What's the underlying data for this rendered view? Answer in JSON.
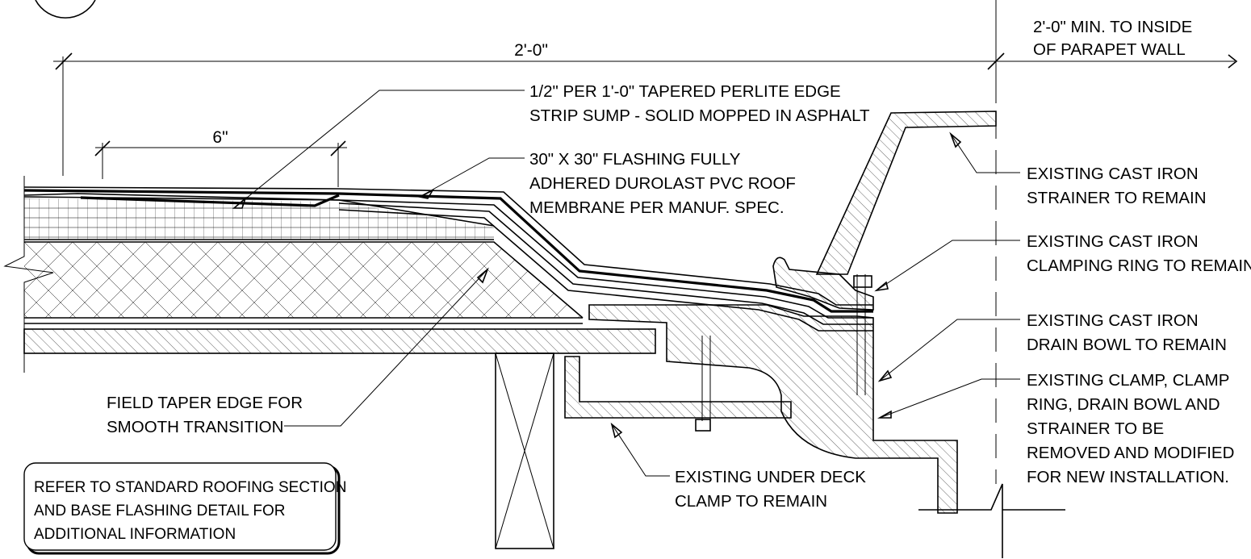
{
  "dimensions": {
    "overall": "2'-0\"",
    "sump": "6\"",
    "parapet": [
      "2'-0\" MIN. TO INSIDE",
      "OF PARAPET WALL"
    ]
  },
  "callouts": {
    "perlite": [
      "1/2\" PER 1'-0\" TAPERED PERLITE EDGE",
      "STRIP SUMP - SOLID MOPPED IN ASPHALT"
    ],
    "flashing": [
      "30\" X 30\" FLASHING FULLY",
      "ADHERED DUROLAST PVC ROOF",
      "MEMBRANE PER MANUF. SPEC."
    ],
    "strainer": [
      "EXISTING CAST IRON",
      "STRAINER TO REMAIN"
    ],
    "clamping_ring": [
      "EXISTING CAST IRON",
      "CLAMPING RING TO REMAIN"
    ],
    "drain_bowl": [
      "EXISTING CAST IRON",
      "DRAIN BOWL TO REMAIN"
    ],
    "modify": [
      "EXISTING CLAMP, CLAMP",
      "RING, DRAIN BOWL AND",
      "STRAINER TO BE",
      "REMOVED AND MODIFIED",
      "FOR NEW INSTALLATION."
    ],
    "field_taper": [
      "FIELD TAPER EDGE FOR",
      "SMOOTH TRANSITION"
    ],
    "under_deck": [
      "EXISTING UNDER DECK",
      "CLAMP TO REMAIN"
    ]
  },
  "note": [
    "REFER TO STANDARD ROOFING SECTION",
    "AND BASE FLASHING DETAIL FOR",
    "ADDITIONAL INFORMATION"
  ]
}
